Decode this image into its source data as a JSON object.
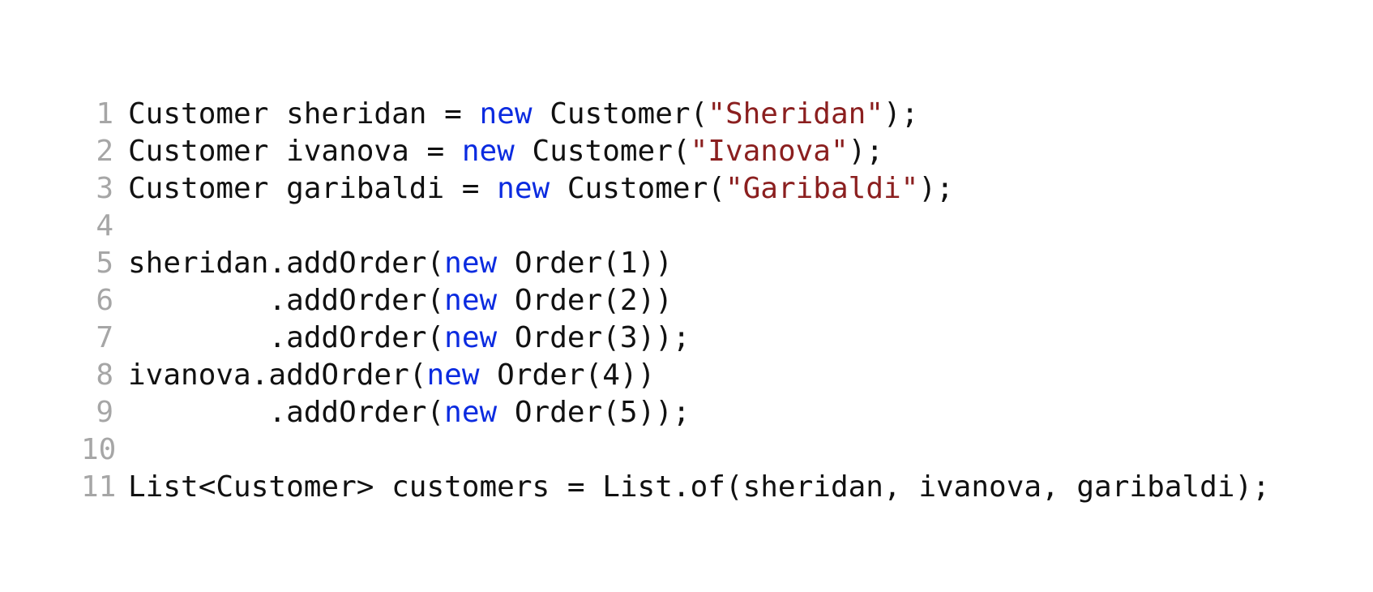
{
  "colors": {
    "background": "#ffffff",
    "line_number": "#a6a6a6",
    "plain": "#111111",
    "keyword": "#0b2be0",
    "string": "#8b1f1f"
  },
  "lines": [
    {
      "number": "1",
      "tokens": [
        {
          "type": "plain",
          "text": "Customer sheridan = "
        },
        {
          "type": "keyword",
          "text": "new"
        },
        {
          "type": "plain",
          "text": " Customer("
        },
        {
          "type": "string",
          "text": "\"Sheridan\""
        },
        {
          "type": "plain",
          "text": ");"
        }
      ]
    },
    {
      "number": "2",
      "tokens": [
        {
          "type": "plain",
          "text": "Customer ivanova = "
        },
        {
          "type": "keyword",
          "text": "new"
        },
        {
          "type": "plain",
          "text": " Customer("
        },
        {
          "type": "string",
          "text": "\"Ivanova\""
        },
        {
          "type": "plain",
          "text": ");"
        }
      ]
    },
    {
      "number": "3",
      "tokens": [
        {
          "type": "plain",
          "text": "Customer garibaldi = "
        },
        {
          "type": "keyword",
          "text": "new"
        },
        {
          "type": "plain",
          "text": " Customer("
        },
        {
          "type": "string",
          "text": "\"Garibaldi\""
        },
        {
          "type": "plain",
          "text": ");"
        }
      ]
    },
    {
      "number": "4",
      "tokens": []
    },
    {
      "number": "5",
      "tokens": [
        {
          "type": "plain",
          "text": "sheridan.addOrder("
        },
        {
          "type": "keyword",
          "text": "new"
        },
        {
          "type": "plain",
          "text": " Order(1))"
        }
      ]
    },
    {
      "number": "6",
      "tokens": [
        {
          "type": "plain",
          "text": "        .addOrder("
        },
        {
          "type": "keyword",
          "text": "new"
        },
        {
          "type": "plain",
          "text": " Order(2))"
        }
      ]
    },
    {
      "number": "7",
      "tokens": [
        {
          "type": "plain",
          "text": "        .addOrder("
        },
        {
          "type": "keyword",
          "text": "new"
        },
        {
          "type": "plain",
          "text": " Order(3));"
        }
      ]
    },
    {
      "number": "8",
      "tokens": [
        {
          "type": "plain",
          "text": "ivanova.addOrder("
        },
        {
          "type": "keyword",
          "text": "new"
        },
        {
          "type": "plain",
          "text": " Order(4))"
        }
      ]
    },
    {
      "number": "9",
      "tokens": [
        {
          "type": "plain",
          "text": "        .addOrder("
        },
        {
          "type": "keyword",
          "text": "new"
        },
        {
          "type": "plain",
          "text": " Order(5));"
        }
      ]
    },
    {
      "number": "10",
      "tokens": []
    },
    {
      "number": "11",
      "tokens": [
        {
          "type": "plain",
          "text": "List<Customer> customers = List.of(sheridan, ivanova, garibaldi);"
        }
      ]
    }
  ]
}
